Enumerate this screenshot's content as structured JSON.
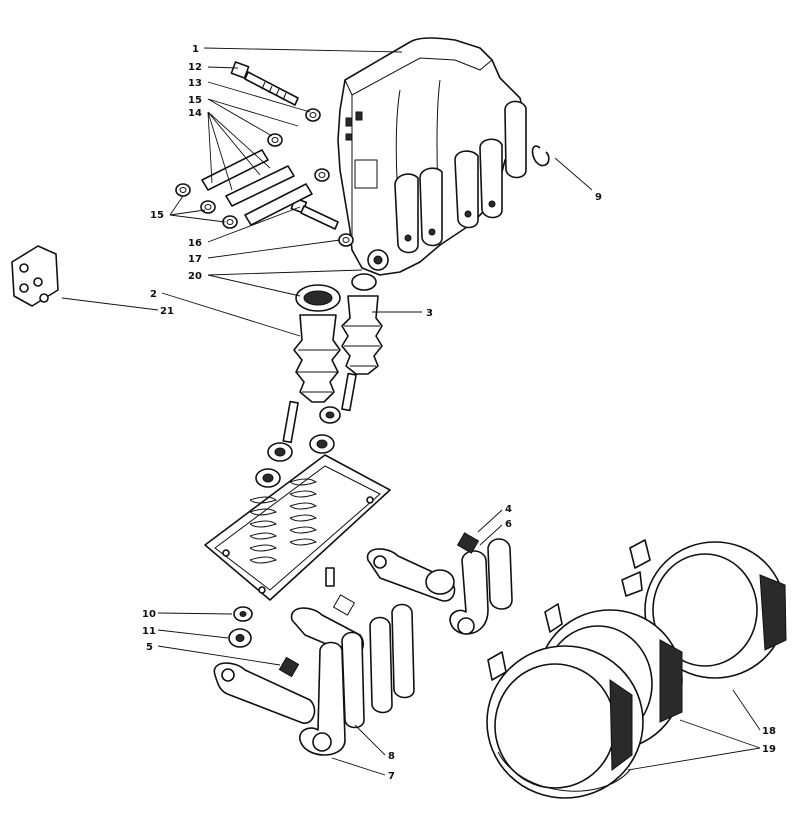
{
  "callouts": [
    {
      "id": "c1",
      "text": "1"
    },
    {
      "id": "c12",
      "text": "12"
    },
    {
      "id": "c13",
      "text": "13"
    },
    {
      "id": "c15a",
      "text": "15"
    },
    {
      "id": "c14",
      "text": "14"
    },
    {
      "id": "c15b",
      "text": "15"
    },
    {
      "id": "c16",
      "text": "16"
    },
    {
      "id": "c17",
      "text": "17"
    },
    {
      "id": "c20",
      "text": "20"
    },
    {
      "id": "c2",
      "text": "2"
    },
    {
      "id": "c21",
      "text": "21"
    },
    {
      "id": "c3",
      "text": "3"
    },
    {
      "id": "c9",
      "text": "9"
    },
    {
      "id": "c4",
      "text": "4"
    },
    {
      "id": "c6",
      "text": "6"
    },
    {
      "id": "c10",
      "text": "10"
    },
    {
      "id": "c11",
      "text": "11"
    },
    {
      "id": "c5",
      "text": "5"
    },
    {
      "id": "c8",
      "text": "8"
    },
    {
      "id": "c7",
      "text": "7"
    },
    {
      "id": "c18",
      "text": "18"
    },
    {
      "id": "c19",
      "text": "19"
    }
  ]
}
